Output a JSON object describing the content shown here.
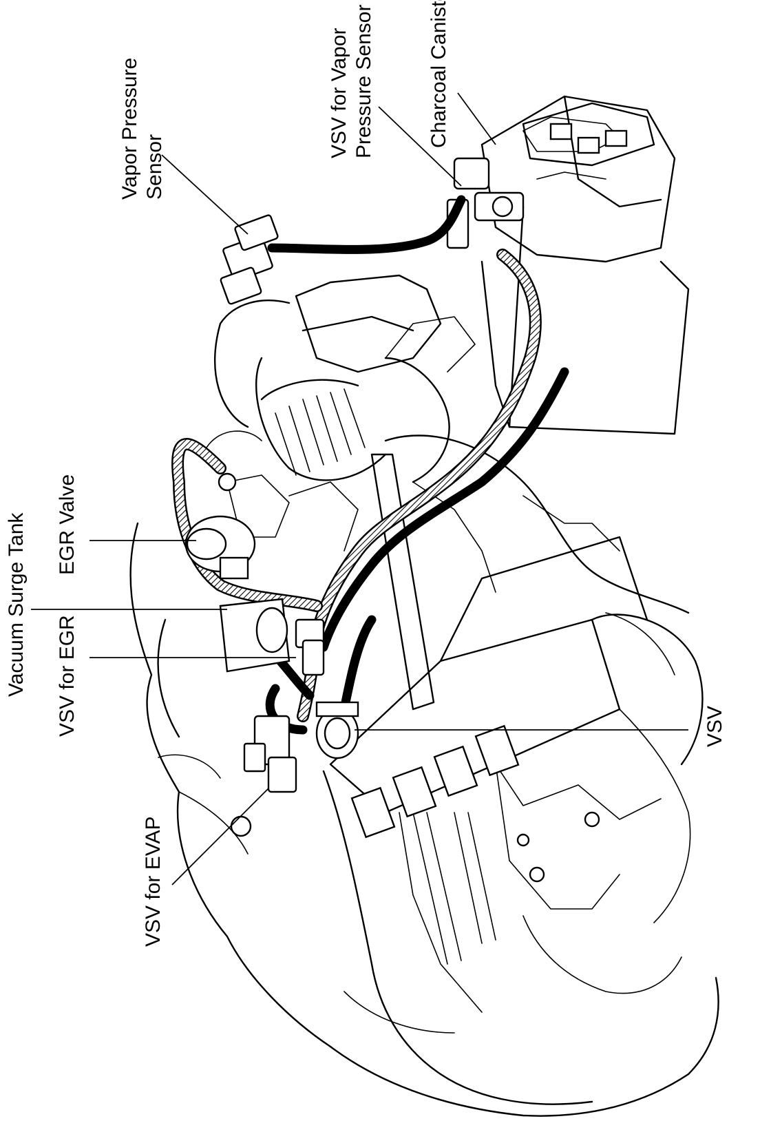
{
  "labels": {
    "vapor_pressure_sensor_line1": "Vapor Pressure",
    "vapor_pressure_sensor_line2": "Sensor",
    "vsv_vapor_pressure_line1": "VSV for Vapor",
    "vsv_vapor_pressure_line2": "Pressure Sensor",
    "charcoal_canister": "Charcoal Canister",
    "egr_valve": "EGR Valve",
    "vacuum_surge_tank": "Vacuum Surge Tank",
    "vsv_for_egr": "VSV for EGR",
    "vsv": "VSV",
    "vsv_for_evap": "VSV for EVAP"
  },
  "colors": {
    "ink": "#000000",
    "background": "#ffffff"
  }
}
